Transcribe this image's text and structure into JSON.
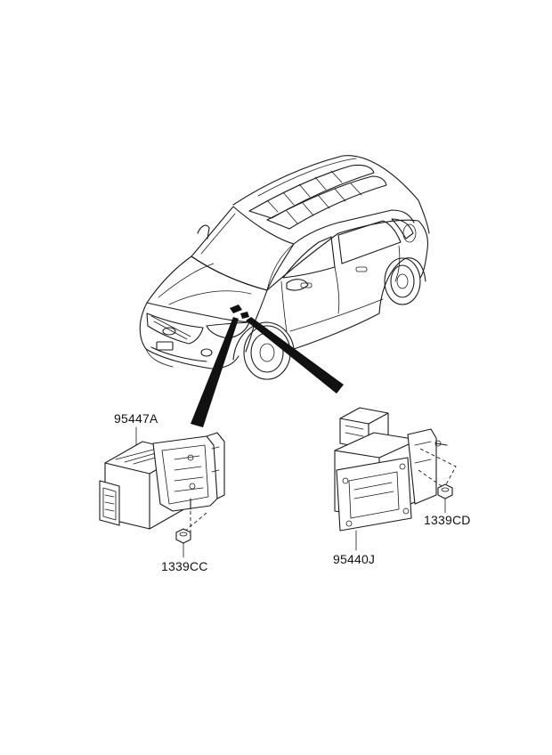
{
  "parts": {
    "module_left": "95447A",
    "nut_left": "1339CC",
    "module_right": "95440J",
    "nut_right": "1339CD"
  },
  "colors": {
    "line": "#1a1a1a",
    "pointer": "#111111",
    "background": "#ffffff"
  }
}
